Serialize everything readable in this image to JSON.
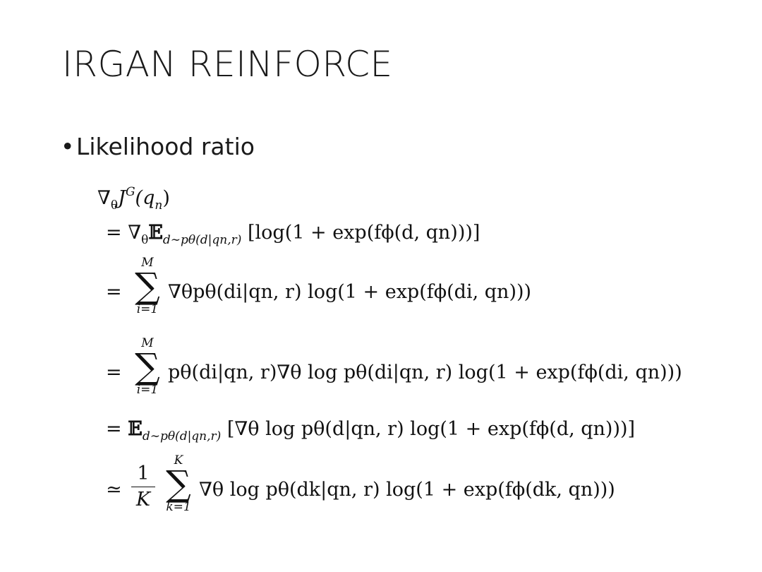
{
  "slide": {
    "title": "IRGAN REINFORCE",
    "bullet_glyph": "•",
    "bullet_text": "Likelihood ratio"
  },
  "equations": {
    "line0": {
      "nabla": "∇",
      "theta": "θ",
      "J": "J",
      "G": "G",
      "rest": "(q",
      "n": "n",
      "close": ")"
    },
    "line1": {
      "eq": "=",
      "nabla": "∇",
      "theta": "θ",
      "E": "𝔼",
      "sub": "d∼pθ(d|qn,r)",
      "body": "[log(1 + exp(fϕ(d, qn)))]"
    },
    "line2": {
      "sum_top": "M",
      "sum_bottom": "i=1",
      "eq": "=",
      "body": "∇θpθ(di|qn, r) log(1 + exp(fϕ(di, qn)))"
    },
    "line3": {
      "sum_top": "M",
      "sum_bottom": "i=1",
      "eq": "=",
      "body": "pθ(di|qn, r)∇θ log pθ(di|qn, r) log(1 + exp(fϕ(di, qn)))"
    },
    "line4": {
      "eq": "=",
      "E": "𝔼",
      "sub": "d∼pθ(d|qn,r)",
      "body": "[∇θ log pθ(d|qn, r) log(1 + exp(fϕ(d, qn)))]"
    },
    "line5": {
      "approx": "≃",
      "frac_num": "1",
      "frac_den": "K",
      "sum_top": "K",
      "sum_bottom": "k=1",
      "body": "∇θ log pθ(dk|qn, r) log(1 + exp(fϕ(dk, qn)))"
    },
    "sigma": "∑"
  }
}
